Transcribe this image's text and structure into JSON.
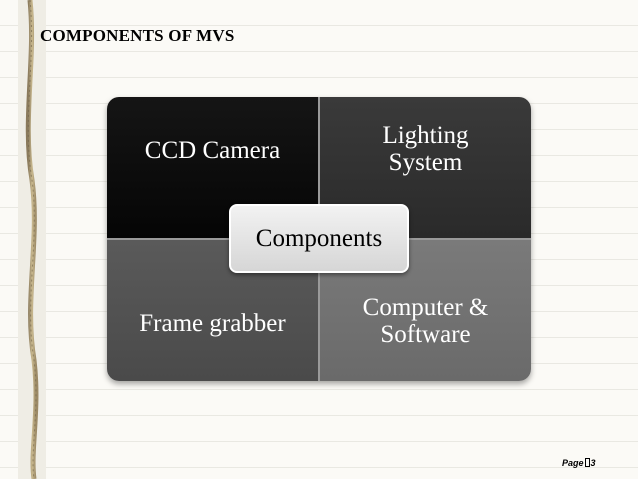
{
  "slide": {
    "title": "COMPONENTS OF MVS"
  },
  "matrix": {
    "top_left": "CCD Camera",
    "top_right": "Lighting\nSystem",
    "bottom_left": "Frame grabber",
    "bottom_right": "Computer &\nSoftware",
    "center": "Components"
  },
  "footer": {
    "page_label": "Page",
    "page_number": "3"
  },
  "colors": {
    "top_left": "#0a0a0a",
    "top_right": "#333333",
    "bottom_left": "#525252",
    "bottom_right": "#727272",
    "center": "#e6e6e6"
  },
  "icons": {
    "page_glyph": "box-glyph"
  }
}
